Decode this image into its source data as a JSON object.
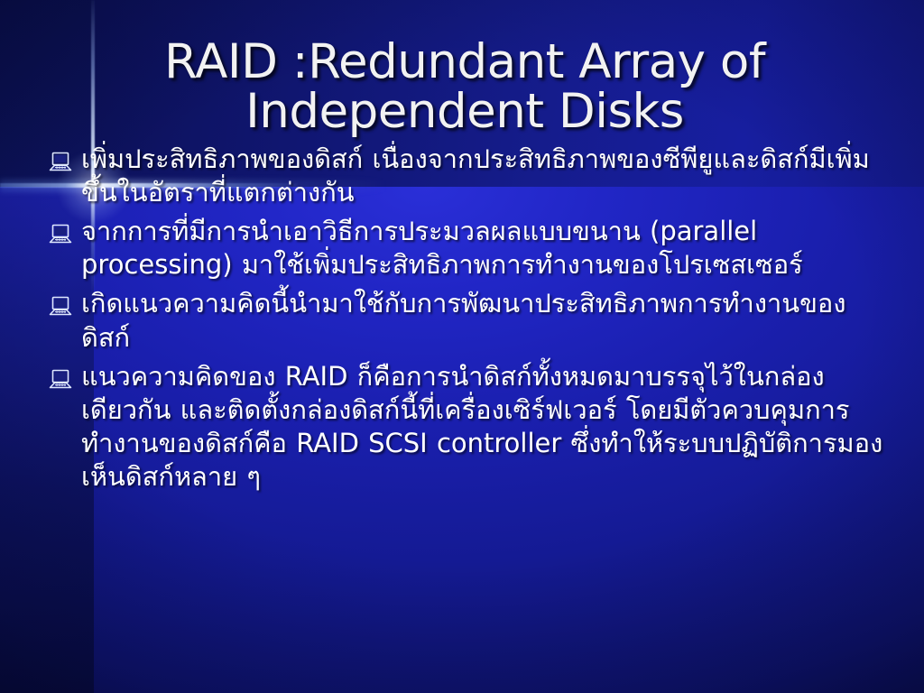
{
  "slide": {
    "title": "RAID :Redundant Array of\nIndependent Disks",
    "background_color": "#141a92",
    "title_color": "#f2f2f2",
    "text_color": "#ffffff",
    "accent_color": "#ffffff",
    "bullet_icon": "laptop-computer-icon",
    "bullets": [
      {
        "id": "bullet-1",
        "text": "เพิ่มประสิทธิภาพของดิสก์ เนื่องจากประสิทธิภาพของซีพียูและดิสก์มีเพิ่มขึ้นในอัตราที่แตกต่างกัน"
      },
      {
        "id": "bullet-2",
        "text": "จากการที่มีการนำเอาวิธีการประมวลผลแบบขนาน (parallel processing) มาใช้เพิ่มประสิทธิภาพการทำงานของโปรเซสเซอร์"
      },
      {
        "id": "bullet-3",
        "text": "เกิดแนวความคิดนี้นำมาใช้กับการพัฒนาประสิทธิภาพการทำงานของดิสก์"
      },
      {
        "id": "bullet-4",
        "text": "แนวความคิดของ RAID ก็คือการนำดิสก์ทั้งหมดมาบรรจุไว้ในกล่องเดียวกัน และติดตั้งกล่องดิสก์นี้ที่เครื่องเซิร์ฟเวอร์  โดยมีตัวควบคุมการทำงานของดิสก์คือ RAID SCSI controller ซึ่งทำให้ระบบปฏิบัติการมองเห็นดิสก์หลาย ๆ"
      }
    ]
  }
}
